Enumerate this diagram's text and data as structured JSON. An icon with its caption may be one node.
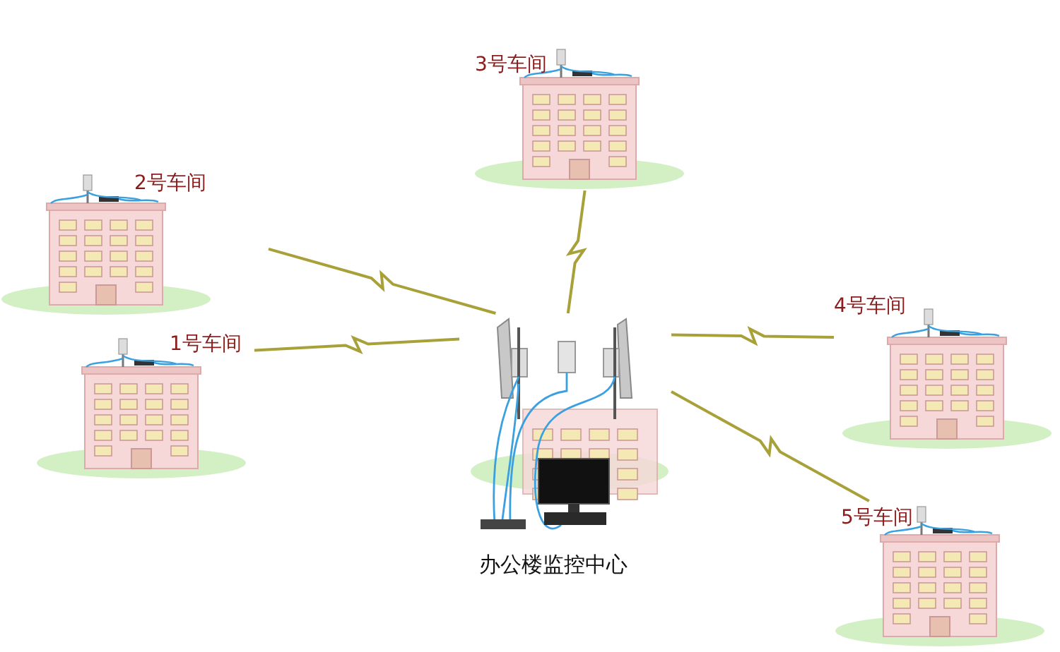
{
  "diagram": {
    "nodes": [
      {
        "text": [
          "办公楼监控中心"
        ]
      },
      {
        "text": [
          "1号车间"
        ]
      },
      {
        "text": [
          "2号车间"
        ]
      },
      {
        "text": [
          "3号车间"
        ]
      },
      {
        "text": [
          "4号车间"
        ]
      },
      {
        "text": [
          "5号车间"
        ]
      }
    ],
    "edges": [
      {
        "from": 0,
        "to": 1,
        "arrow": "none"
      },
      {
        "from": 0,
        "to": 2,
        "arrow": "none"
      },
      {
        "from": 0,
        "to": 3,
        "arrow": "none"
      },
      {
        "from": 0,
        "to": 4,
        "arrow": "none"
      },
      {
        "from": 0,
        "to": 5,
        "arrow": "none"
      }
    ]
  }
}
